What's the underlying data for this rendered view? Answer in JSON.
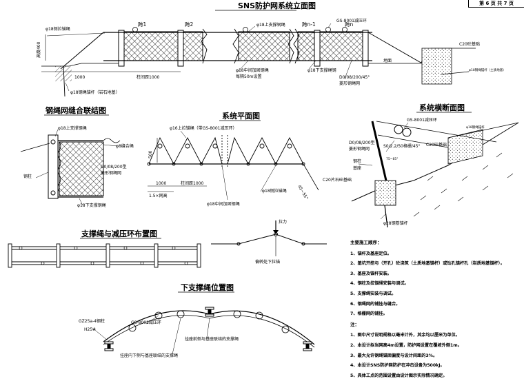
{
  "page_no": "第 6 页  共 7 页",
  "sections": {
    "elevation": "SNS防护网系统立面图",
    "seam": "钢绳网缝合联结图",
    "plan": "系统平面图",
    "cross": "系统横断面图",
    "layout": "支撑绳与减压环布置图",
    "lower": "下支撑绳位置图"
  },
  "elevation": {
    "span1": "跨1",
    "span2": "跨2",
    "spann1": "跨n-1",
    "spann": "跨n",
    "side_stay": "φ18侧拉锚绳",
    "upper_rope": "φ18上支撑钢绳",
    "ring": "GS-8001减压环",
    "footing": "C20砼基础",
    "ground": "地面",
    "height": "高度400",
    "dim1000": "1000",
    "col_spacing": "柱间距1000",
    "mid_rope": "φ18中间加固钢绳",
    "mid_rope2": "每隔50m设置",
    "lower_rope": "φ18下支撑绳钢",
    "netspec": "D0/08/200/45°",
    "netname": "菱形钢绳网",
    "anchor": "φ18钢绳锚杆（岩石地基）",
    "anchor_r": "φ18钢绳锚杆（土质地基）"
  },
  "seam": {
    "upper": "φ18上支撑钢绳",
    "seam_rope": "φ8缝合绳",
    "col": "钢柱",
    "spec": "D0/08/200型",
    "name": "菱形钢绳网",
    "lower": "φ18下支撑钢绳"
  },
  "plan": {
    "top": "φ16上拉锚绳（带GS-8001减压环）",
    "dim500": "500",
    "d1000": "1000",
    "colsp": "柱间距1000",
    "h15": "1.5×网高",
    "side": "φ18侧拉锚绳",
    "mid": "φ18中间加固钢绳",
    "slope": "45~55°"
  },
  "cross": {
    "ring": "GS-8001减压环",
    "net": "D0/08/200型",
    "netname": "菱形钢绳网",
    "rope": "S0/2.2/50格栅/45°",
    "footing": "C20砼基础",
    "col": "钢柱",
    "base": "基座",
    "rubble": "C20片石砼基础",
    "bolt": "φ28钢筋锚杆",
    "angle": "75~85°",
    "anchor": "φ18钢绳锚杆"
  },
  "inset": {
    "pull": "拉力",
    "lower_pull": "偏转处下拉锚"
  },
  "lower": {
    "col": "GZ25a-4钢柱",
    "base": "H25#",
    "ring": "GS-8001减压环",
    "inner": "挂座内下侧与基座联结的支撑绳",
    "front": "挂座前侧与基座联结的支撑绳"
  },
  "notes": {
    "title": "主要施工顺序：",
    "steps": [
      "1、锚杆及基座定位。",
      "2、基坑开挖与（开孔）砼浇筑（土质地基锚杆）或钻孔锚杆孔（岩质地基锚杆）。",
      "3、基座及锚杆安装。",
      "4、钢柱及拉锚绳安装与调试。",
      "5、支撑绳安装与调试。",
      "6、钢绳网的铺挂与缝合。",
      "7、格栅网的铺挂。"
    ],
    "note_title": "注：",
    "notes_list": [
      "1、图中尺寸说明规格以毫米计外，其余均以厘米为单位。",
      "2、本设计拟当网高4m设置，防护网设置在覆坡外侧1m。",
      "3、最大允许钢绳锚固偏度与设计间距的3%。",
      "4、本设计SNS防护网防护在冲击设备为500kJ。",
      "5、具体工点的范围设置由设计图示实际情况确定。"
    ]
  }
}
